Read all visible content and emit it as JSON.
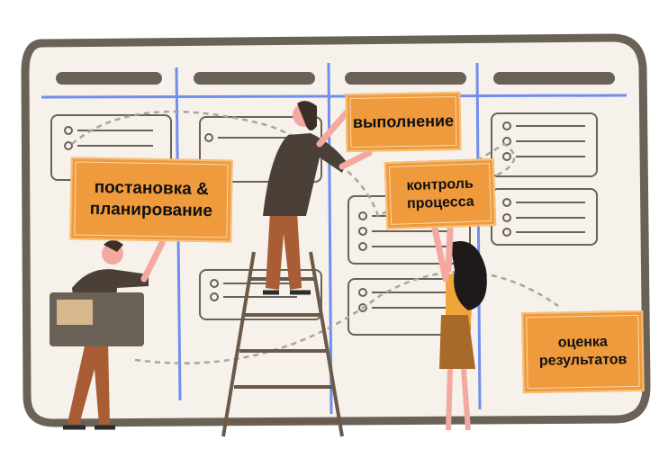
{
  "notes": {
    "planning": "постановка & планирование",
    "execution": "выполнение",
    "control": "контроль процесса",
    "evaluation": "оценка результатов"
  },
  "colors": {
    "note": "#ee9a3d",
    "board_frame": "#6b6257",
    "board_bg": "#f6f1ea",
    "grid_line": "#6f8ef0"
  }
}
